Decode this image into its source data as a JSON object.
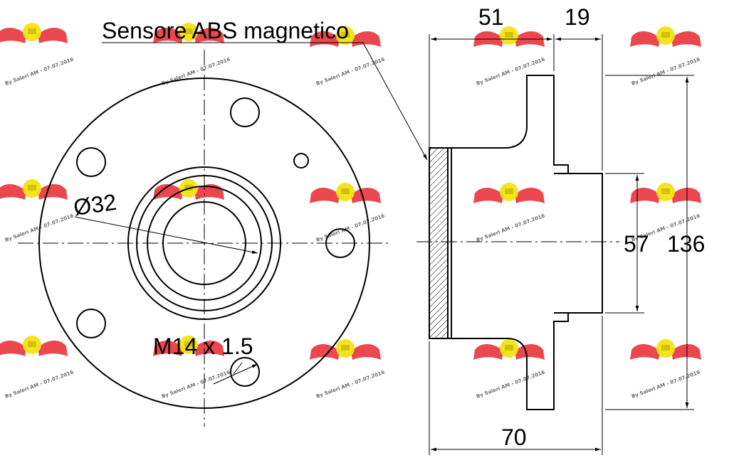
{
  "labels": {
    "sensor": "Sensore ABS magnetico",
    "bore_diameter": "Ø32",
    "thread": "M14 x 1.5",
    "dim_51": "51",
    "dim_19": "19",
    "dim_57": "57",
    "dim_136": "136",
    "dim_70": "70"
  },
  "watermark": {
    "text": "By Saleri AM - 07.07.2016"
  },
  "colors": {
    "line": "#000000",
    "watermark_wing": "#e8333c",
    "watermark_badge": "#f2e313",
    "watermark_text": "#6b6b6b"
  }
}
